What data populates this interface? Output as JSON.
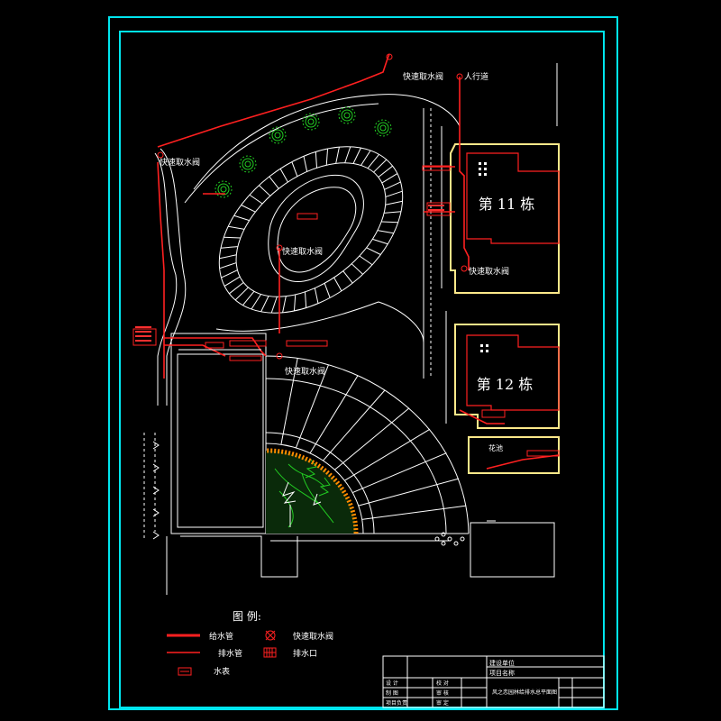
{
  "drawing": {
    "labels": {
      "valve": "快速取水阀",
      "walkway": "人行道",
      "building_11": "第 11 栋",
      "building_12": "第 12 栋",
      "flower_bed": "花池"
    },
    "legend": {
      "title": "图 例:",
      "items": [
        {
          "label": "给水管",
          "icon": "red-thick-line"
        },
        {
          "label": "排水管",
          "icon": "red-thin-line"
        },
        {
          "label": "水表",
          "icon": "water-meter-icon"
        },
        {
          "label": "快速取水阀",
          "icon": "valve-icon"
        },
        {
          "label": "排水口",
          "icon": "drain-grate-icon"
        }
      ]
    },
    "title_block": {
      "unit": "建设单位",
      "project": "项目名称",
      "drawing_name": "风之恋园林给排水总平面图",
      "left_rows": [
        "设 计",
        "制 图",
        "项目负责"
      ],
      "mid_rows": [
        "校 对",
        "审 核",
        "审 定"
      ]
    },
    "colors": {
      "frame": "#00e5ee",
      "pipe": "#ff2020",
      "plant": "#22cc22",
      "building": "#ffe98a",
      "line": "#ffffff"
    }
  }
}
